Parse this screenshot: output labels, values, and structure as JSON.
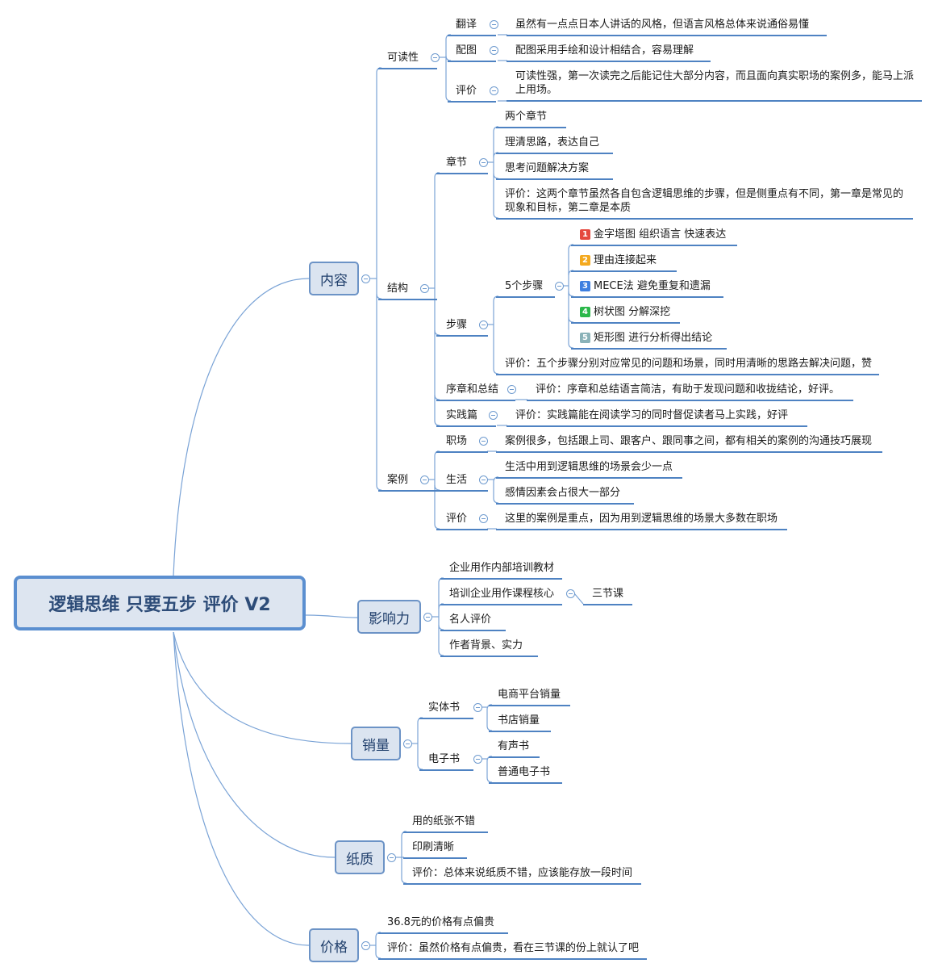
{
  "root": {
    "title": "逻辑思维 只要五步 评价 V2"
  },
  "branches": {
    "content": "内容",
    "influence": "影响力",
    "sales": "销量",
    "paper": "纸质",
    "price": "价格"
  },
  "content": {
    "readability": {
      "label": "可读性",
      "translation": {
        "label": "翻译",
        "text": "虽然有一点点日本人讲话的风格，但语言风格总体来说通俗易懂"
      },
      "illustration": {
        "label": "配图",
        "text": "配图采用手绘和设计相结合，容易理解"
      },
      "review": {
        "label": "评价",
        "text": "可读性强，第一次读完之后能记住大部分内容，而且面向真实职场的案例多，能马上派上用场。"
      }
    },
    "structure": {
      "label": "结构",
      "chapters": {
        "label": "章节",
        "items": [
          "两个章节",
          "理清思路，表达自己",
          "思考问题解决方案"
        ],
        "review": "评价：这两个章节虽然各自包含逻辑思维的步骤，但是侧重点有不同，第一章是常见的现象和目标，第二章是本质"
      },
      "steps": {
        "label": "步骤",
        "five": {
          "label": "5个步骤",
          "items": [
            {
              "num": "1",
              "color": "#e5483e",
              "text": "金字塔图 组织语言 快速表达"
            },
            {
              "num": "2",
              "color": "#f4a91e",
              "text": "理由连接起来"
            },
            {
              "num": "3",
              "color": "#3d7fe0",
              "text": "MECE法 避免重复和遗漏"
            },
            {
              "num": "4",
              "color": "#2cb84b",
              "text": "树状图 分解深挖"
            },
            {
              "num": "5",
              "color": "#8ab2b8",
              "text": "矩形图 进行分析得出结论"
            }
          ]
        },
        "review": "评价：五个步骤分别对应常见的问题和场景，同时用清晰的思路去解决问题，赞"
      },
      "prologue": {
        "label": "序章和总结",
        "text": "评价：序章和总结语言简洁，有助于发现问题和收拢结论，好评。"
      },
      "practice": {
        "label": "实践篇",
        "text": "评价：实践篇能在阅读学习的同时督促读者马上实践，好评"
      }
    },
    "cases": {
      "label": "案例",
      "workplace": {
        "label": "职场",
        "text": "案例很多，包括跟上司、跟客户、跟同事之间，都有相关的案例的沟通技巧展现"
      },
      "life": {
        "label": "生活",
        "items": [
          "生活中用到逻辑思维的场景会少一点",
          "感情因素会占很大一部分"
        ]
      },
      "review": {
        "label": "评价",
        "text": "这里的案例是重点，因为用到逻辑思维的场景大多数在职场"
      }
    }
  },
  "influence": {
    "items": [
      "企业用作内部培训教材",
      "培训企业用作课程核心",
      "名人评价",
      "作者背景、实力"
    ],
    "sub": "三节课"
  },
  "sales": {
    "physical": {
      "label": "实体书",
      "items": [
        "电商平台销量",
        "书店销量"
      ]
    },
    "ebook": {
      "label": "电子书",
      "items": [
        "有声书",
        "普通电子书"
      ]
    }
  },
  "paper": {
    "items": [
      "用的纸张不错",
      "印刷清晰",
      "评价：总体来说纸质不错，应该能存放一段时间"
    ]
  },
  "price": {
    "items": [
      "36.8元的价格有点偏贵",
      "评价：虽然价格有点偏贵，看在三节课的份上就认了吧"
    ]
  },
  "colors": {
    "line": "#7aa3d6",
    "underline": "#4e82c2",
    "root_border": "#5b8fd0",
    "root_fill": "#dde5f0",
    "node_fill": "#dbe4f0"
  }
}
